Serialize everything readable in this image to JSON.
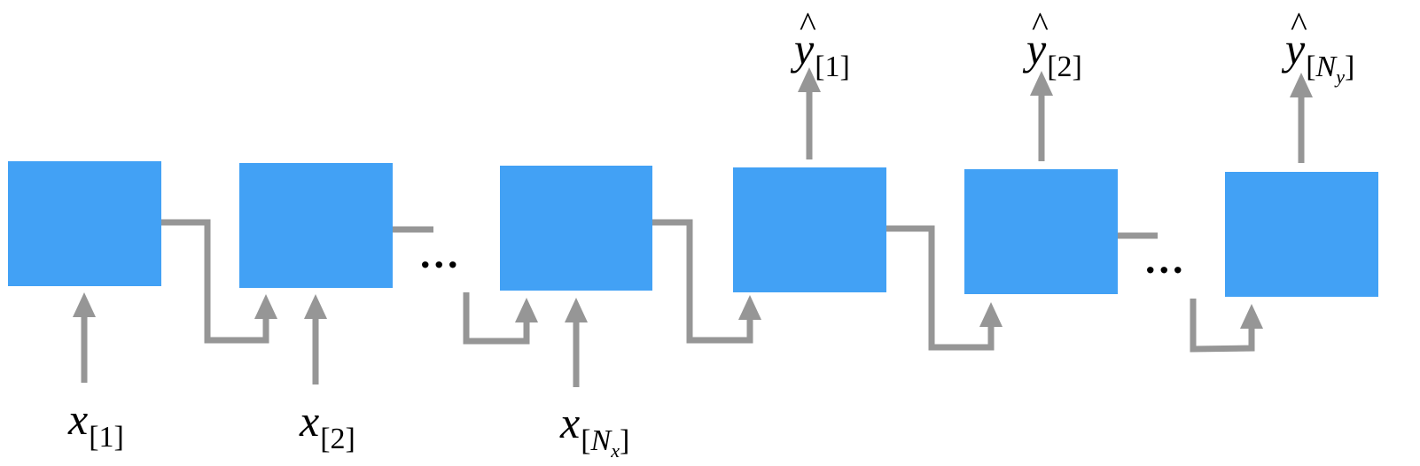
{
  "diagram": {
    "colors": {
      "cell": "#42a1f5",
      "wire": "#969696",
      "text": "#000000"
    },
    "ellipsis": "...",
    "inputs": [
      {
        "symbol": "x",
        "index": "[1]"
      },
      {
        "symbol": "x",
        "index": "[2]"
      },
      {
        "symbol": "x",
        "index_open": "[",
        "index_var": "N",
        "index_sub": "x",
        "index_close": "]"
      }
    ],
    "outputs": [
      {
        "hat": "^",
        "symbol": "y",
        "index": "[1]"
      },
      {
        "hat": "^",
        "symbol": "y",
        "index": "[2]"
      },
      {
        "hat": "^",
        "symbol": "y",
        "index_open": "[",
        "index_var": "N",
        "index_sub": "y",
        "index_close": "]"
      }
    ]
  }
}
